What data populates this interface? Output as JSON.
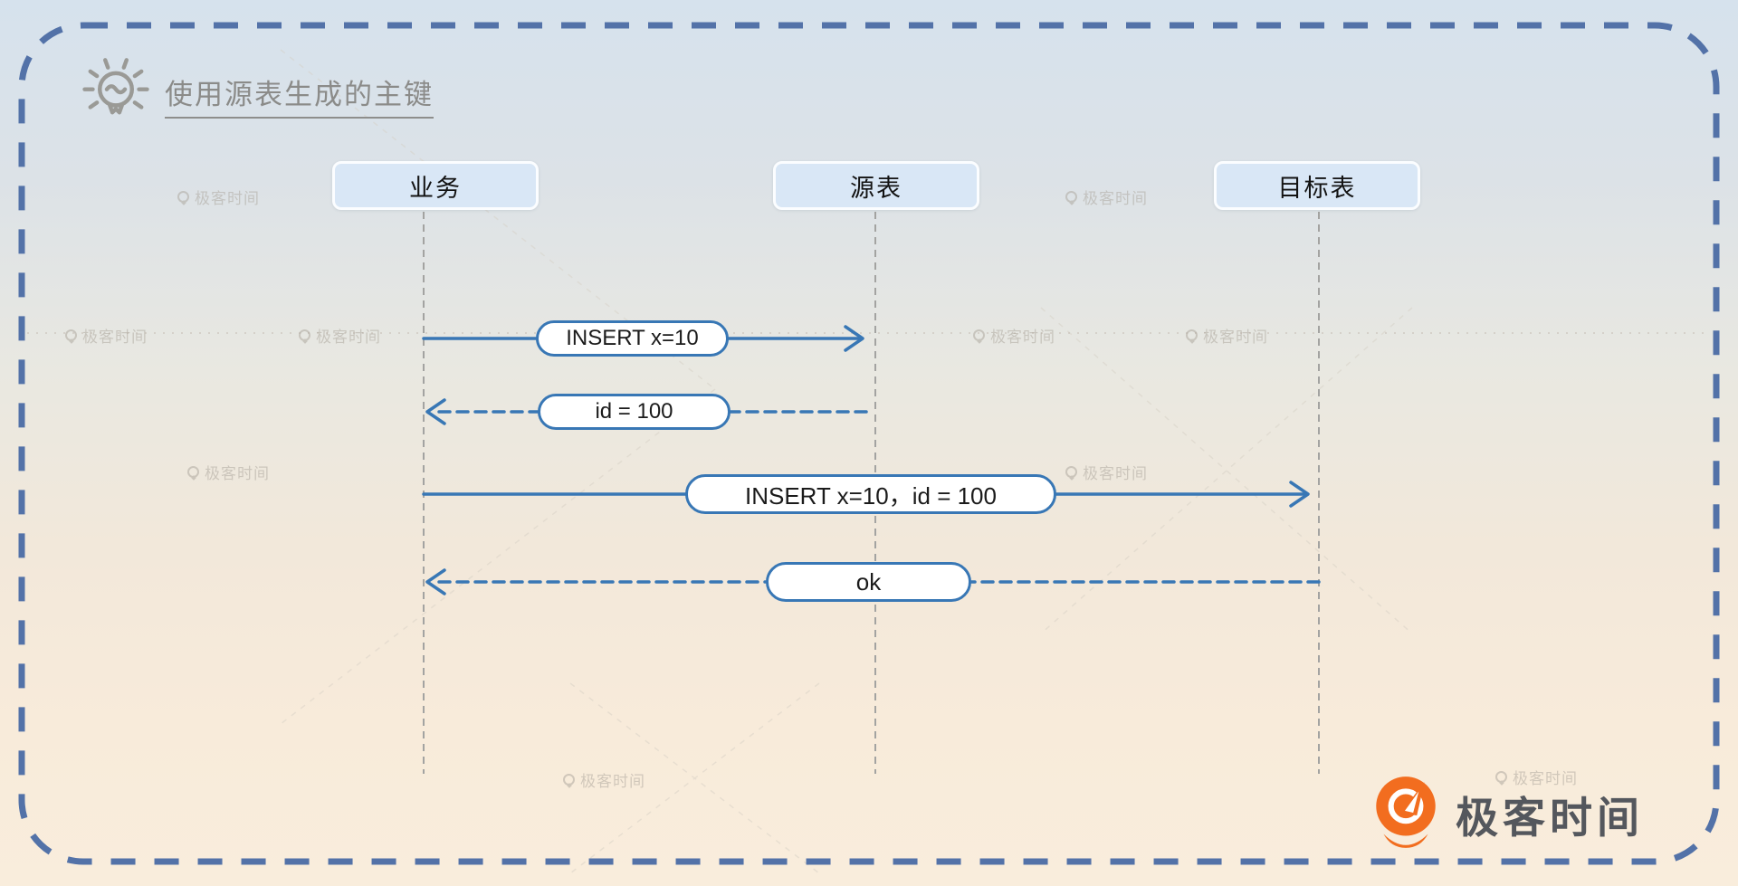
{
  "title": {
    "text": "使用源表生成的主键"
  },
  "actors": [
    {
      "label": "业务"
    },
    {
      "label": "源表"
    },
    {
      "label": "目标表"
    }
  ],
  "messages": [
    {
      "label": "INSERT x=10",
      "from": "业务",
      "to": "源表",
      "line": "solid",
      "direction": "right"
    },
    {
      "label": "id = 100",
      "from": "源表",
      "to": "业务",
      "line": "dashed",
      "direction": "left"
    },
    {
      "label": "INSERT x=10，id = 100",
      "from": "业务",
      "to": "目标表",
      "line": "solid",
      "direction": "right"
    },
    {
      "label": "ok",
      "from": "目标表",
      "to": "业务",
      "line": "dashed",
      "direction": "left"
    }
  ],
  "logo": {
    "text": "极客时间"
  },
  "watermark": {
    "text": "极客时间"
  },
  "colors": {
    "frame_border": "#5372a8",
    "arrow_blue": "#3877b5",
    "actor_fill": "#d9e7f6",
    "lifeline_gray": "#a3a3a1",
    "title_gray": "#8b8b89",
    "logo_orange": "#f26d1f",
    "logo_text": "#54575d"
  }
}
